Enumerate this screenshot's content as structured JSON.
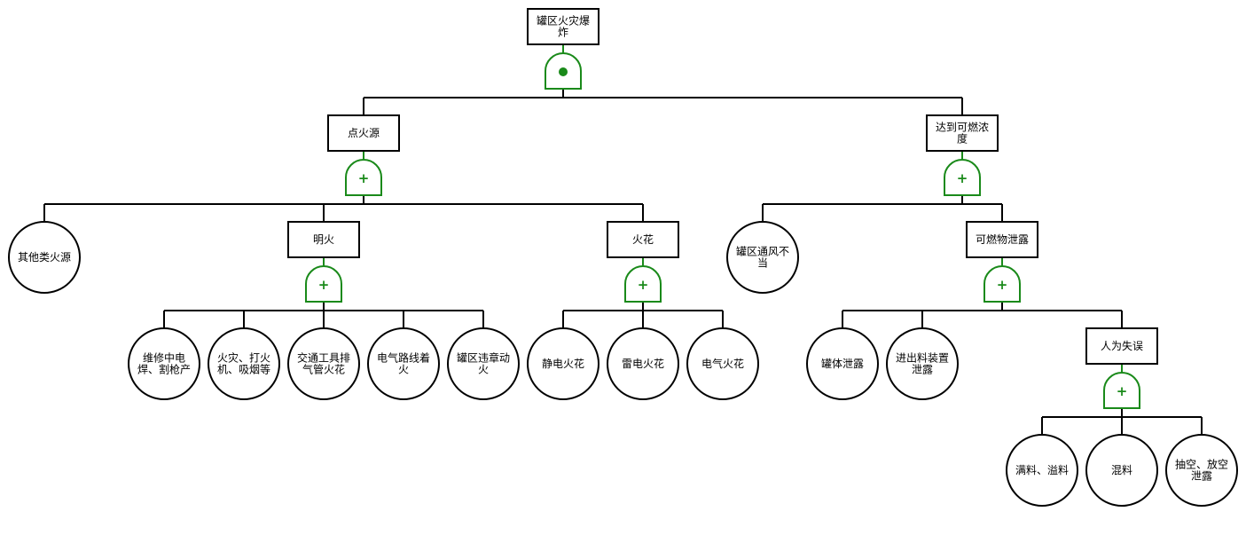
{
  "diagram": {
    "type": "fault-tree",
    "colors": {
      "line": "#000000",
      "gate": "#1a8a1a",
      "fill": "#ffffff"
    },
    "nodes": [
      {
        "id": "top",
        "kind": "event",
        "lines": [
          "罐区火灾爆",
          "炸"
        ]
      },
      {
        "id": "ignition",
        "kind": "event",
        "lines": [
          "点火源"
        ]
      },
      {
        "id": "concentration",
        "kind": "event",
        "lines": [
          "达到可燃浓",
          "度"
        ]
      },
      {
        "id": "other",
        "kind": "basic",
        "lines": [
          "其他类火源"
        ]
      },
      {
        "id": "flame",
        "kind": "event",
        "lines": [
          "明火"
        ]
      },
      {
        "id": "spark",
        "kind": "event",
        "lines": [
          "火花"
        ]
      },
      {
        "id": "ventilation",
        "kind": "basic",
        "lines": [
          "罐区通风不",
          "当"
        ]
      },
      {
        "id": "leak",
        "kind": "event",
        "lines": [
          "可燃物泄露"
        ]
      },
      {
        "id": "weld",
        "kind": "basic",
        "lines": [
          "维修中电",
          "焊、割枪产"
        ]
      },
      {
        "id": "smoke",
        "kind": "basic",
        "lines": [
          "火灾、打火",
          "机、吸烟等"
        ]
      },
      {
        "id": "exhaust",
        "kind": "basic",
        "lines": [
          "交通工具排",
          "气管火花"
        ]
      },
      {
        "id": "wire",
        "kind": "basic",
        "lines": [
          "电气路线着",
          "火"
        ]
      },
      {
        "id": "illegalfire",
        "kind": "basic",
        "lines": [
          "罐区违章动",
          "火"
        ]
      },
      {
        "id": "static",
        "kind": "basic",
        "lines": [
          "静电火花"
        ]
      },
      {
        "id": "lightning",
        "kind": "basic",
        "lines": [
          "雷电火花"
        ]
      },
      {
        "id": "electric",
        "kind": "basic",
        "lines": [
          "电气火花"
        ]
      },
      {
        "id": "tankleak",
        "kind": "basic",
        "lines": [
          "罐体泄露"
        ]
      },
      {
        "id": "devleak",
        "kind": "basic",
        "lines": [
          "进出料装置",
          "泄露"
        ]
      },
      {
        "id": "human",
        "kind": "event",
        "lines": [
          "人为失误"
        ]
      },
      {
        "id": "overflow",
        "kind": "basic",
        "lines": [
          "满料、溢料"
        ]
      },
      {
        "id": "mix",
        "kind": "basic",
        "lines": [
          "混料"
        ]
      },
      {
        "id": "pumpempty",
        "kind": "basic",
        "lines": [
          "抽空、放空",
          "泄露"
        ]
      }
    ],
    "gates": [
      {
        "under": "top",
        "type": "and",
        "symbol": "●",
        "children": [
          "ignition",
          "concentration"
        ]
      },
      {
        "under": "ignition",
        "type": "or",
        "symbol": "+",
        "children": [
          "other",
          "flame",
          "spark"
        ]
      },
      {
        "under": "concentration",
        "type": "or",
        "symbol": "+",
        "children": [
          "ventilation",
          "leak"
        ]
      },
      {
        "under": "flame",
        "type": "or",
        "symbol": "+",
        "children": [
          "weld",
          "smoke",
          "exhaust",
          "wire",
          "illegalfire"
        ]
      },
      {
        "under": "spark",
        "type": "or",
        "symbol": "+",
        "children": [
          "static",
          "lightning",
          "electric"
        ]
      },
      {
        "under": "leak",
        "type": "or",
        "symbol": "+",
        "children": [
          "tankleak",
          "devleak",
          "human"
        ]
      },
      {
        "under": "human",
        "type": "or",
        "symbol": "+",
        "children": [
          "overflow",
          "mix",
          "pumpempty"
        ]
      }
    ]
  }
}
